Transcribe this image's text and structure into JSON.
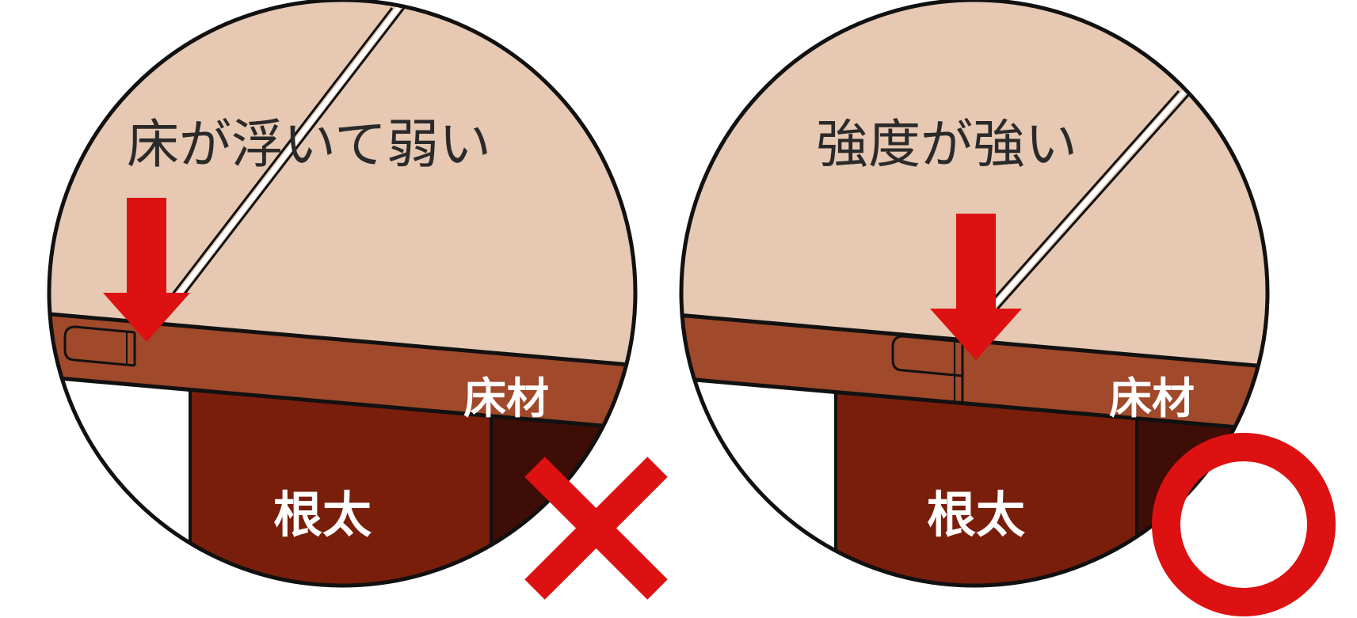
{
  "colors": {
    "background": "#e6c8b3",
    "floor_board": "#a0492b",
    "joist": "#7a1e0c",
    "joist_shadow": "#3e0d05",
    "outline": "#111111",
    "arrow": "#dd1111",
    "mark": "#dd1111",
    "title_text": "#2a2a2a",
    "label_text": "#ffffff"
  },
  "panels": [
    {
      "title": "床が浮いて弱い",
      "floor_label": "床材",
      "joist_label": "根太",
      "mark_icon": "cross-mark-icon"
    },
    {
      "title": "強度が強い",
      "floor_label": "床材",
      "joist_label": "根太",
      "mark_icon": "circle-mark-icon"
    }
  ]
}
